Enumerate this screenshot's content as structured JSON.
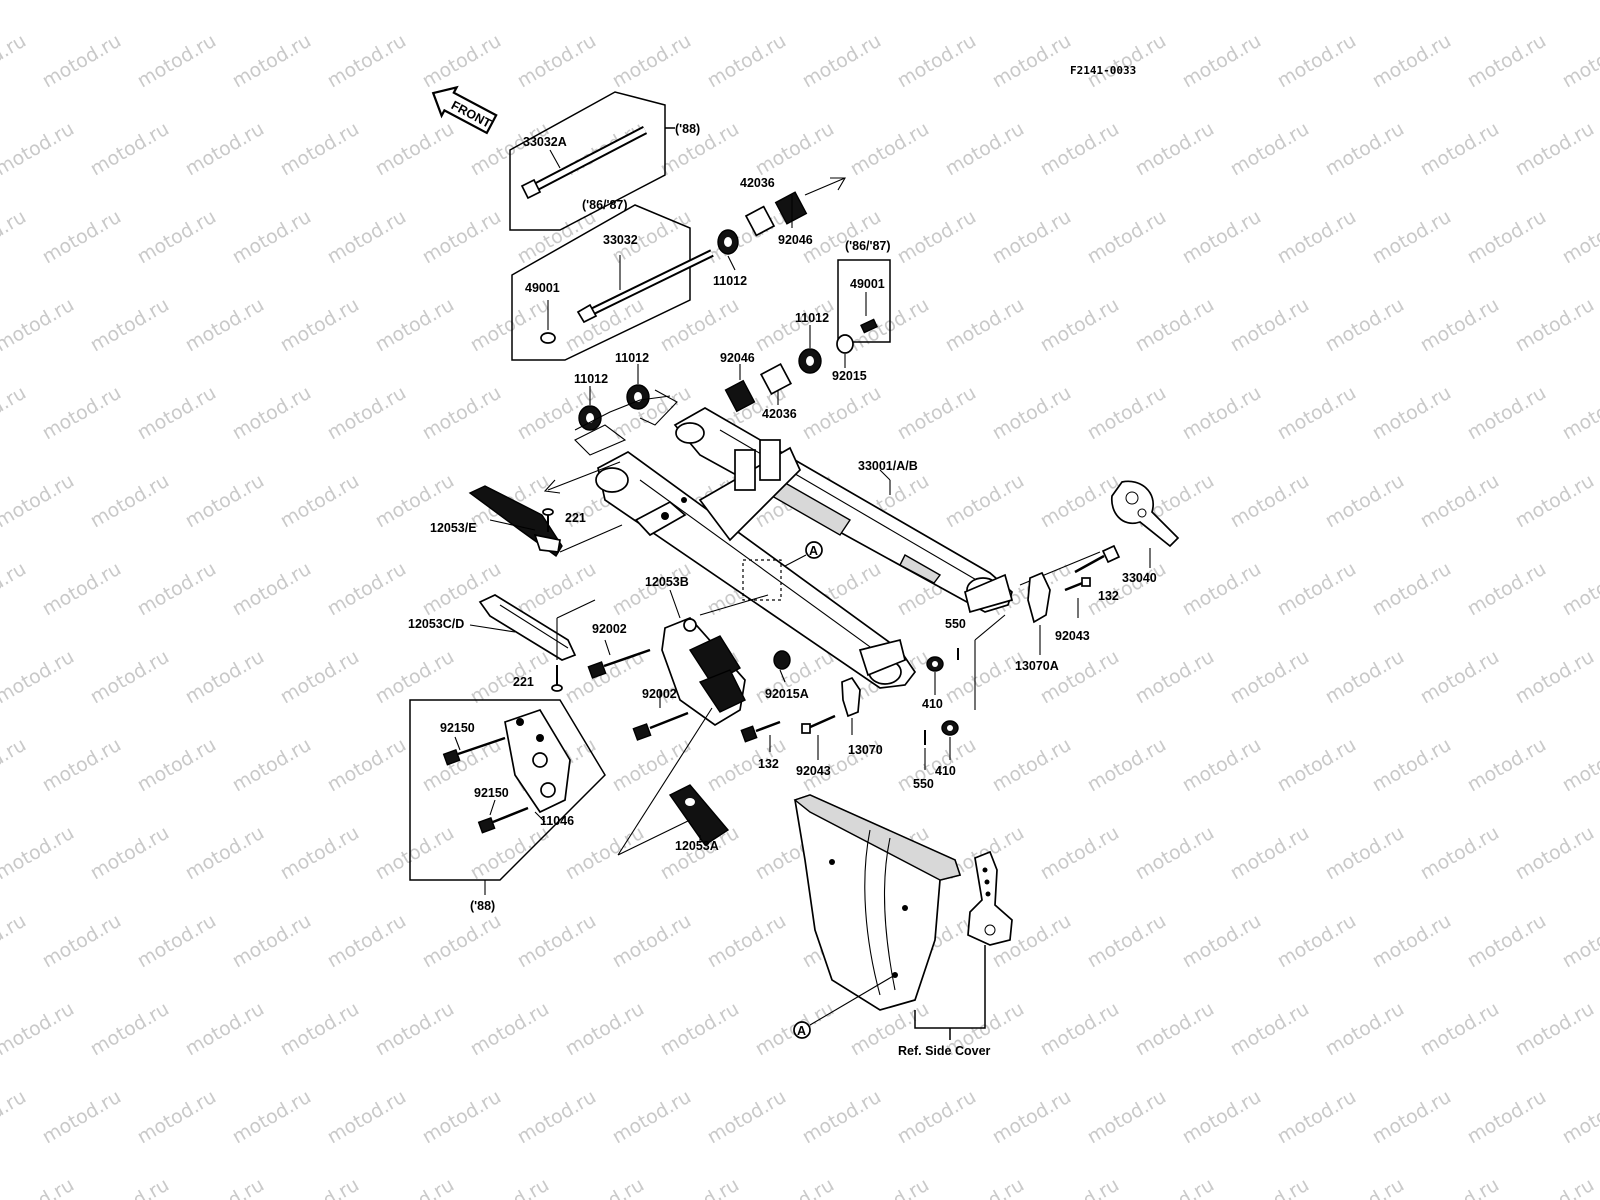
{
  "diagram": {
    "figure_code": "F2141-0033",
    "watermark": "motod.ru",
    "front_label": "FRONT",
    "ref_label": "Ref. Side Cover",
    "callout_mark": "A",
    "labels": {
      "l_33032a": "33032A",
      "l_88_top": "('88)",
      "l_42036_top": "42036",
      "l_86_87_a": "('86/'87)",
      "l_33032": "33032",
      "l_92046_top": "92046",
      "l_49001_left": "49001",
      "l_11012_top": "11012",
      "l_86_87_b": "('86/'87)",
      "l_49001_right": "49001",
      "l_11012_r": "11012",
      "l_92046_mid": "92046",
      "l_92015": "92015",
      "l_11012_m": "11012",
      "l_11012_l": "11012",
      "l_42036_mid": "42036",
      "l_33001": "33001/A/B",
      "l_221_top": "221",
      "l_12053e": "12053/E",
      "l_33040": "33040",
      "l_132_r": "132",
      "l_92043_r": "92043",
      "l_12053b": "12053B",
      "l_550_top": "550",
      "l_13070a": "13070A",
      "l_12053cd": "12053C/D",
      "l_92002_top": "92002",
      "l_221_bot": "221",
      "l_92002_bot": "92002",
      "l_92015a": "92015A",
      "l_410_top": "410",
      "l_92150_top": "92150",
      "l_132_bot": "132",
      "l_92043_bot": "92043",
      "l_13070": "13070",
      "l_410_bot": "410",
      "l_550_bot": "550",
      "l_92150_bot": "92150",
      "l_11046": "11046",
      "l_12053a": "12053A",
      "l_88_bot": "('88)"
    }
  }
}
